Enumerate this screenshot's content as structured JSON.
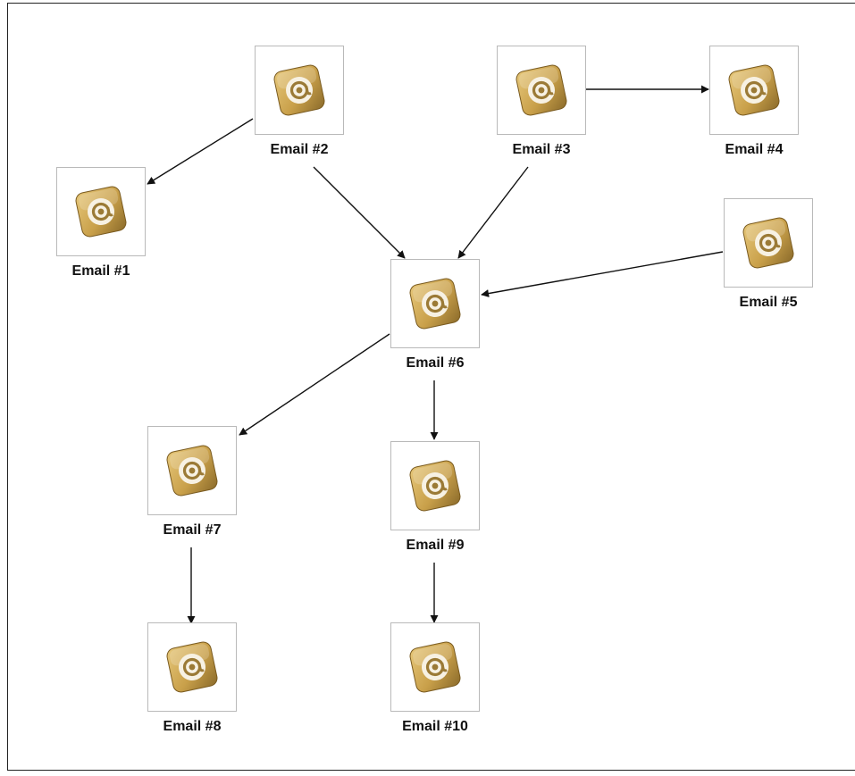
{
  "diagram": {
    "icon_name": "email-at-icon",
    "colors": {
      "icon_gold": "#c9a04a",
      "icon_dark": "#8a6a2a",
      "edge": "#111111",
      "node_border": "#b9b9b9"
    },
    "nodes": [
      {
        "id": "n1",
        "label": "Email #1"
      },
      {
        "id": "n2",
        "label": "Email #2"
      },
      {
        "id": "n3",
        "label": "Email #3"
      },
      {
        "id": "n4",
        "label": "Email #4"
      },
      {
        "id": "n5",
        "label": "Email #5"
      },
      {
        "id": "n6",
        "label": "Email #6"
      },
      {
        "id": "n7",
        "label": "Email #7"
      },
      {
        "id": "n8",
        "label": "Email #8"
      },
      {
        "id": "n9",
        "label": "Email #9"
      },
      {
        "id": "n10",
        "label": "Email #10"
      }
    ],
    "edges": [
      {
        "from": "n2",
        "to": "n1"
      },
      {
        "from": "n2",
        "to": "n6"
      },
      {
        "from": "n3",
        "to": "n6"
      },
      {
        "from": "n3",
        "to": "n4"
      },
      {
        "from": "n5",
        "to": "n6"
      },
      {
        "from": "n6",
        "to": "n7"
      },
      {
        "from": "n6",
        "to": "n9"
      },
      {
        "from": "n7",
        "to": "n8"
      },
      {
        "from": "n9",
        "to": "n10"
      }
    ]
  }
}
